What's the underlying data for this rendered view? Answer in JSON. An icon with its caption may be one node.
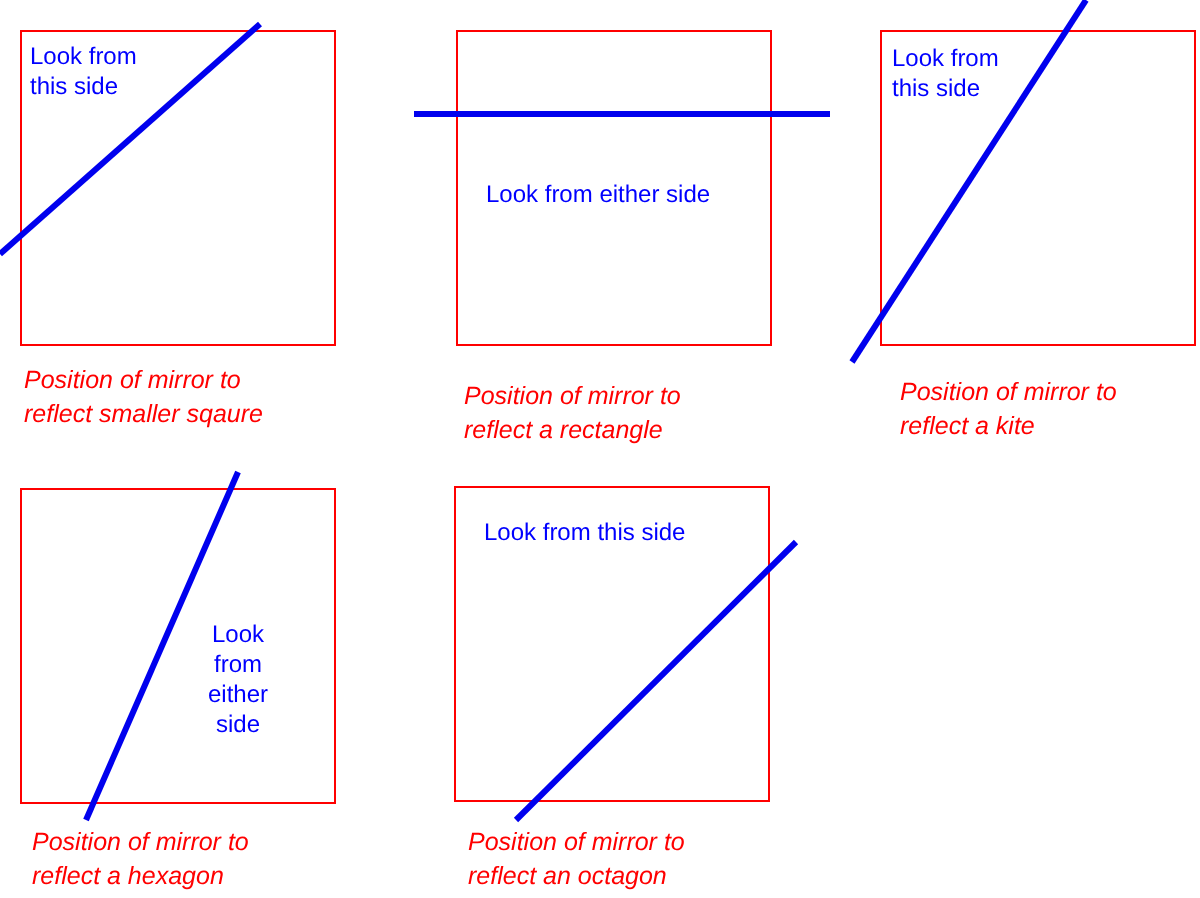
{
  "diagram": {
    "nodes": [
      {
        "text": [
          "Look from this side"
        ],
        "beside": [
          "Position of mirror to reflect smaller sqaure"
        ]
      },
      {
        "text": [
          "Look from either side"
        ],
        "beside": [
          "Position of mirror to reflect a rectangle"
        ]
      },
      {
        "text": [
          "Look from this side"
        ],
        "beside": [
          "Position of mirror to reflect a kite"
        ]
      },
      {
        "text": [
          "Look from either side"
        ],
        "beside": [
          "Position of mirror to reflect a hexagon"
        ]
      },
      {
        "text": [
          "Look from this side"
        ],
        "beside": [
          "Position of mirror to reflect an octagon"
        ]
      }
    ]
  }
}
